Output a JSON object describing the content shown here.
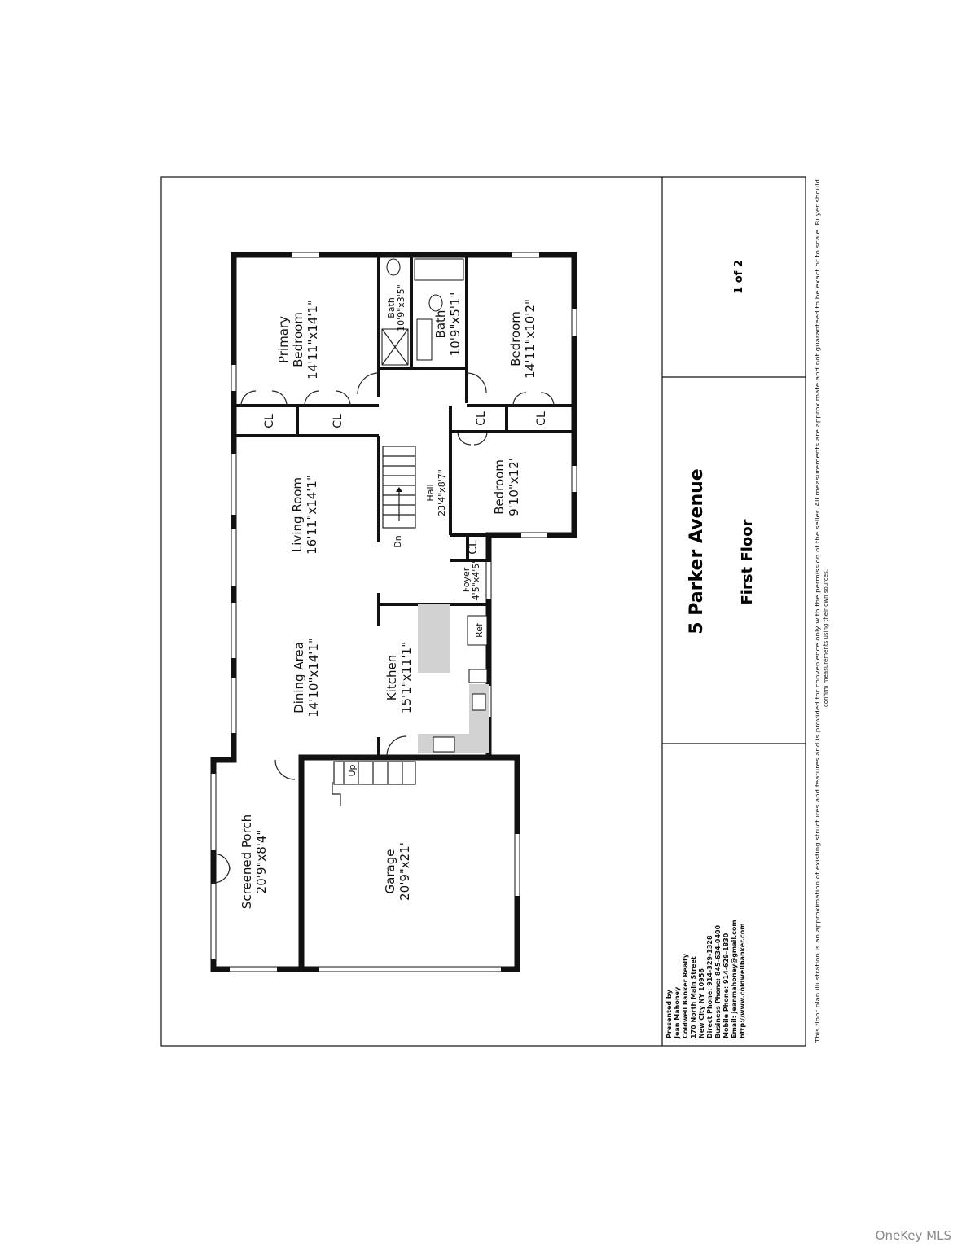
{
  "plan": {
    "rooms": {
      "primary_bedroom": {
        "name": "Primary\nBedroom",
        "size": "14'11\"x14'1\""
      },
      "bath_small": {
        "name": "Bath",
        "size": "10'9\"x3'5\""
      },
      "bath": {
        "name": "Bath",
        "size": "10'9\"x5'1\""
      },
      "bedroom_1": {
        "name": "Bedroom",
        "size": "14'11\"x10'2\""
      },
      "living_room": {
        "name": "Living Room",
        "size": "16'11\"x14'1\""
      },
      "hall": {
        "name": "Hall",
        "size": "23'4\"x8'7\""
      },
      "bedroom_2": {
        "name": "Bedroom",
        "size": "9'10\"x12'"
      },
      "foyer": {
        "name": "Foyer",
        "size": "4'5\"x4'5\""
      },
      "dining_area": {
        "name": "Dining Area",
        "size": "14'10\"x14'1\""
      },
      "kitchen": {
        "name": "Kitchen",
        "size": "15'1\"x11'1\""
      },
      "screened_porch": {
        "name": "Screened Porch",
        "size": "20'9\"x8'4\""
      },
      "garage": {
        "name": "Garage",
        "size": "20'9\"x21'"
      }
    },
    "closet_label": "CL",
    "stairs_down": "Dn",
    "stairs_up": "Up",
    "fridge": "Ref"
  },
  "title_block": {
    "address": "5 Parker Avenue",
    "floor": "First Floor",
    "page": "1 of 2",
    "presenter_lines": [
      "Presented by",
      "Jean Mahoney",
      "Coldwell Banker Realty",
      "170 North Main Street",
      "New City NY 10956",
      "Direct Phone: 914-329-1328",
      "Business Phone: 845-634-0400",
      "Mobile Phone: 914-629-1830",
      "Email: jeanmahoney@gmail.com",
      "http://www.coldwellbanker.com"
    ],
    "disclaimer_1": "This floor plan illustration is an approximation of existing structures and features and is provided for convenience only with the permission of the seller. All measurements are approximate and not guaranteed to be exact or to scale. Buyer should",
    "disclaimer_2": "confirm measurements using their own sources."
  },
  "watermark": "OneKey MLS"
}
